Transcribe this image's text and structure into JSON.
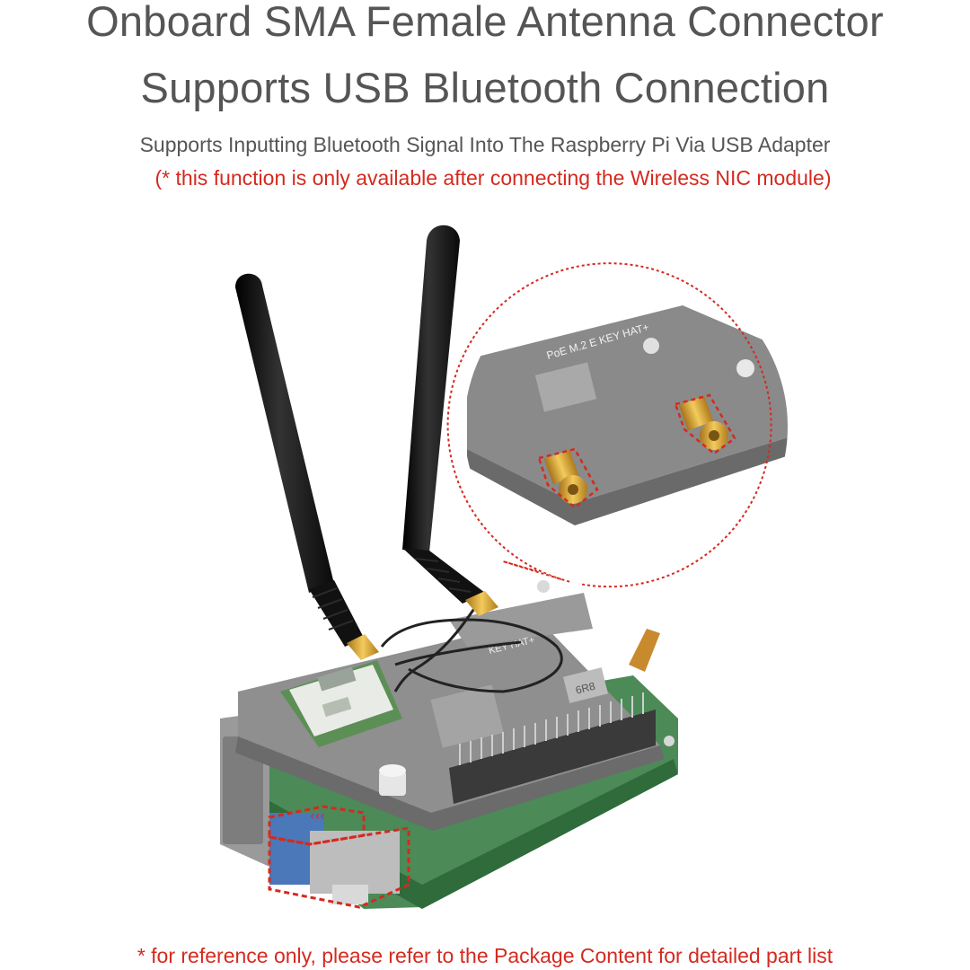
{
  "header": {
    "title_line1": "Onboard SMA Female Antenna Connector",
    "title_line2": "Supports USB Bluetooth Connection",
    "subtitle": "Supports Inputting Bluetooth Signal Into The Raspberry Pi Via USB Adapter",
    "note": "(* this function is only available after connecting the Wireless NIC module)"
  },
  "board_labels": {
    "zoom_label": "PoE M.2 E KEY HAT+",
    "board_label": "KEY HAT+",
    "chip_label": "6R8"
  },
  "footer": {
    "disclaimer": "* for reference only, please refer to the Package Content for detailed part list"
  },
  "colors": {
    "text": "#555555",
    "accent_red": "#d42a1f",
    "board_gray": "#8d8d8d",
    "pcb_green": "#3f7a4a",
    "gold": "#d9a12b"
  }
}
